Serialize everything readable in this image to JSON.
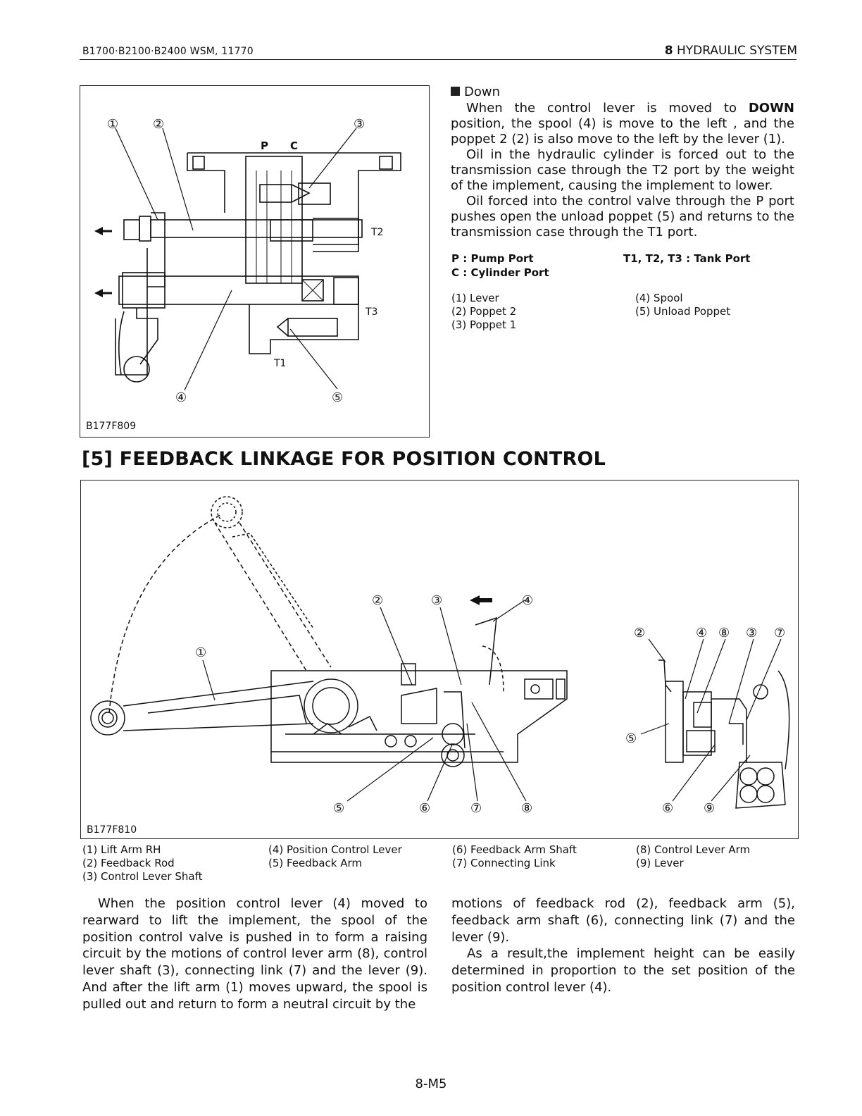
{
  "header": {
    "left": "B1700·B2100·B2400   WSM, 11770",
    "right_num": "8",
    "right_title": "HYDRAULIC SYSTEM"
  },
  "figure1": {
    "code": "B177F809",
    "port_labels": [
      "P",
      "C",
      "T2",
      "T3",
      "T1"
    ],
    "callouts": [
      "①",
      "②",
      "③",
      "④",
      "⑤"
    ]
  },
  "down_section": {
    "heading": "Down",
    "p1_a": "When the control lever is moved to ",
    "p1_bold": "DOWN",
    "p1_b": " position, the spool (4) is move to the left , and the poppet 2 (2) is also move to the left by the lever (1).",
    "p2": "Oil in the hydraulic cylinder is forced out to the transmission case through the T2 port by the weight of the implement, causing the implement to lower.",
    "p3": "Oil forced into the control valve through the P port pushes open the unload poppet (5) and returns to the transmission case through the T1 port.",
    "ports": [
      {
        "key": "P :",
        "label": "Pump Port"
      },
      {
        "key": "C :",
        "label": "Cylinder Port"
      },
      {
        "key": "T1, T2, T3 :",
        "label": "Tank Port"
      }
    ],
    "legend_left": [
      "(1)  Lever",
      "(2)  Poppet 2",
      "(3)  Poppet 1"
    ],
    "legend_right": [
      "(4)  Spool",
      "(5)  Unload Poppet"
    ]
  },
  "section5": {
    "title": "[5] FEEDBACK LINKAGE FOR POSITION CONTROL",
    "figure_code": "B177F810",
    "left_callouts": [
      "①",
      "②",
      "③",
      "④",
      "⑤",
      "⑥",
      "⑦",
      "⑧"
    ],
    "right_callouts": [
      "②",
      "④",
      "⑧",
      "③",
      "⑦",
      "⑤",
      "⑥",
      "⑨"
    ],
    "legend_col1": [
      "(1)  Lift Arm RH",
      "(2)  Feedback Rod",
      "(3)  Control Lever Shaft"
    ],
    "legend_col2": [
      "(4)  Position Control Lever",
      "(5)  Feedback Arm"
    ],
    "legend_col3": [
      "(6)  Feedback Arm Shaft",
      "(7)  Connecting Link"
    ],
    "legend_col4": [
      "(8)  Control Lever Arm",
      "(9)  Lever"
    ],
    "body_left": "When the position control lever (4) moved to rearward to lift the implement, the spool of the position control valve is pushed in to form a raising circuit by the motions of control lever arm (8), control lever shaft (3), connecting link (7) and the lever (9). And after the lift arm (1) moves upward, the spool is pulled out and return to form a neutral circuit by the",
    "body_right_1": "motions of feedback rod (2), feedback arm (5), feedback arm shaft (6), connecting link (7) and the lever (9).",
    "body_right_2": "As a result,the implement height can be easily determined in proportion to the set position of the position control lever (4)."
  },
  "page_number": "8-M5"
}
